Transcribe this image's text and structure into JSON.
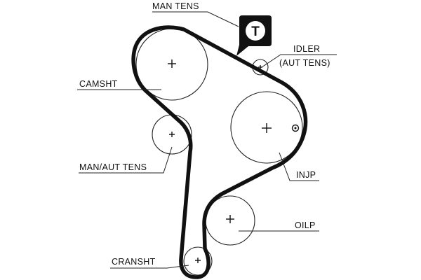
{
  "labels": {
    "man_tens": "MAN TENS",
    "idler": "IDLER",
    "aut_tens": "(AUT TENS)",
    "camsht": "CAMSHT",
    "man_aut_tens": "MAN/AUT TENS",
    "injp": "INJP",
    "oilp": "OILP",
    "cransht": "CRANSHT"
  },
  "tensioner_badge": {
    "letter": "T",
    "background": "#111111",
    "text_color": "#ffffff"
  },
  "icons": {
    "tensioner": "T-in-circle-speech-badge",
    "pulley_center": "plus-crosshair",
    "injp_reference_mark": "circle-dot"
  }
}
